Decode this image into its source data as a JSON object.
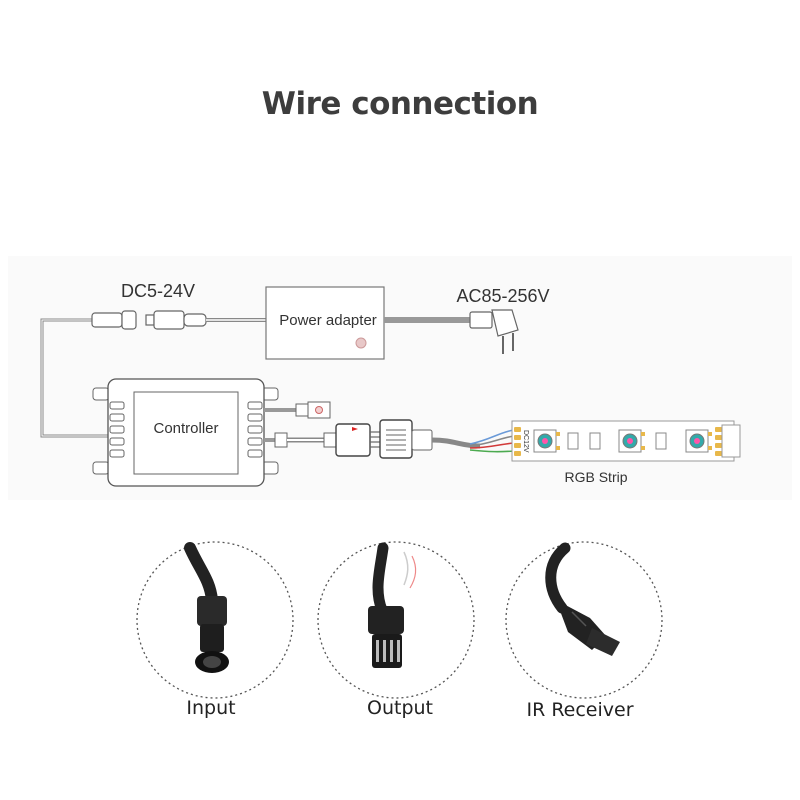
{
  "title": "Wire connection",
  "diagram": {
    "dc_label": "DC5-24V",
    "ac_label": "AC85-256V",
    "power_adapter_label": "Power adapter",
    "controller_label": "Controller",
    "rgb_strip_label": "RGB Strip",
    "strip_voltage": "DC12V"
  },
  "connectors": [
    {
      "label": "Input"
    },
    {
      "label": "Output"
    },
    {
      "label": "IR Receiver"
    }
  ]
}
